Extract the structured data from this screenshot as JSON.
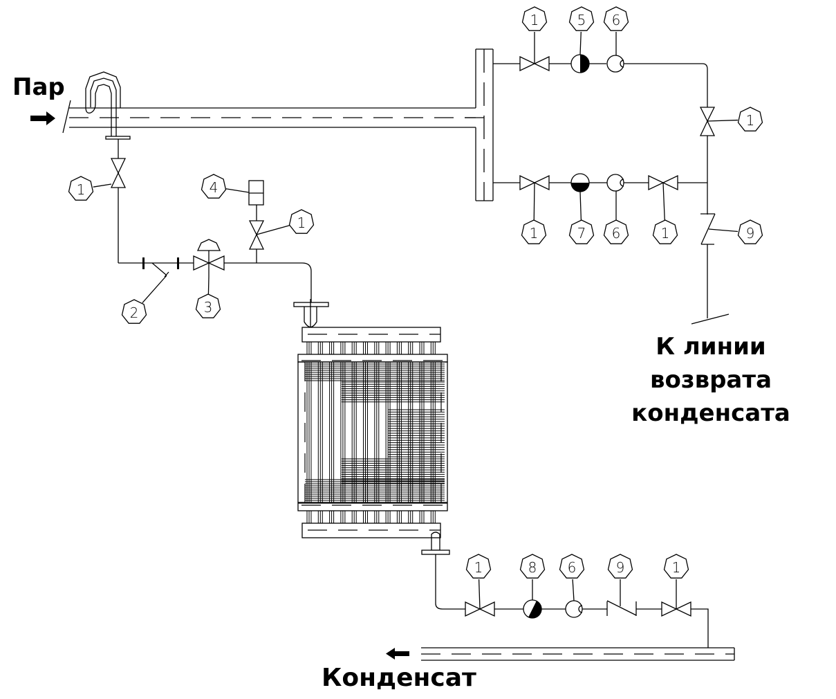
{
  "labels": {
    "steam": "Пар",
    "condensate": "Конденсат",
    "return_line": [
      "К линии",
      "возврата",
      "конденсата"
    ]
  },
  "callouts": {
    "top_valve": "1",
    "top_item5": "5",
    "top_item6": "6",
    "right_valve": "1",
    "bottom_valve_a": "1",
    "bottom_item7": "7",
    "bottom_item6": "6",
    "bottom_valve_b": "1",
    "right_check": "9",
    "left_valve": "1",
    "solenoid": "4",
    "side_valve": "1",
    "strainer": "2",
    "control_valve": "3",
    "cond_valve_a": "1",
    "cond_item8": "8",
    "cond_item6": "6",
    "cond_check": "9",
    "cond_valve_b": "1"
  },
  "legend_meaning": {
    "1": "shutoff-valve",
    "2": "strainer",
    "3": "control-valve",
    "4": "solenoid-actuator",
    "5": "steam-trap-half-vertical",
    "6": "sight-glass",
    "7": "steam-trap-half-horizontal",
    "8": "steam-trap-diagonal",
    "9": "check-valve"
  }
}
